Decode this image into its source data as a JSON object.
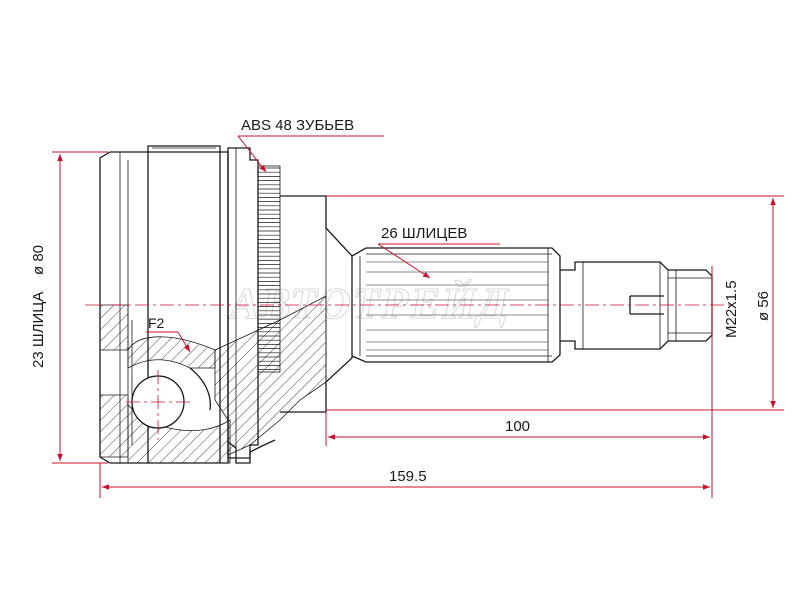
{
  "labels": {
    "abs": "ABS 48 ЗУБЬЕВ",
    "splines_shaft": "26 ШЛИЦЕВ",
    "f2": "F2",
    "thread": "M22x1.5",
    "dia_small": "ø 56",
    "splines_inner": "23 ШЛИЦА",
    "dia_big": "ø 80",
    "len_100": "100",
    "len_total": "159.5",
    "watermark": "АВТОТРЕЙД"
  },
  "colors": {
    "dimension": "#c8102e",
    "outline": "#1a1a1a"
  }
}
